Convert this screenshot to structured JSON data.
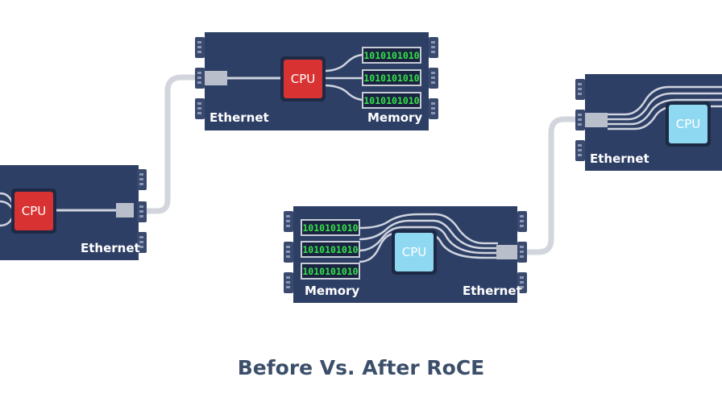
{
  "caption": "Before Vs. After RoCE",
  "labels": {
    "cpu": "CPU",
    "ethernet": "Ethernet",
    "memory": "Memory",
    "memory_bits": "1010101010"
  },
  "colors": {
    "server_body": "#2e3f66",
    "cable": "#d2d6dc",
    "cpu_before": "#d93232",
    "cpu_after": "#8fd8f2",
    "memory_text": "#35e14a",
    "caption": "#3c4f6a"
  }
}
